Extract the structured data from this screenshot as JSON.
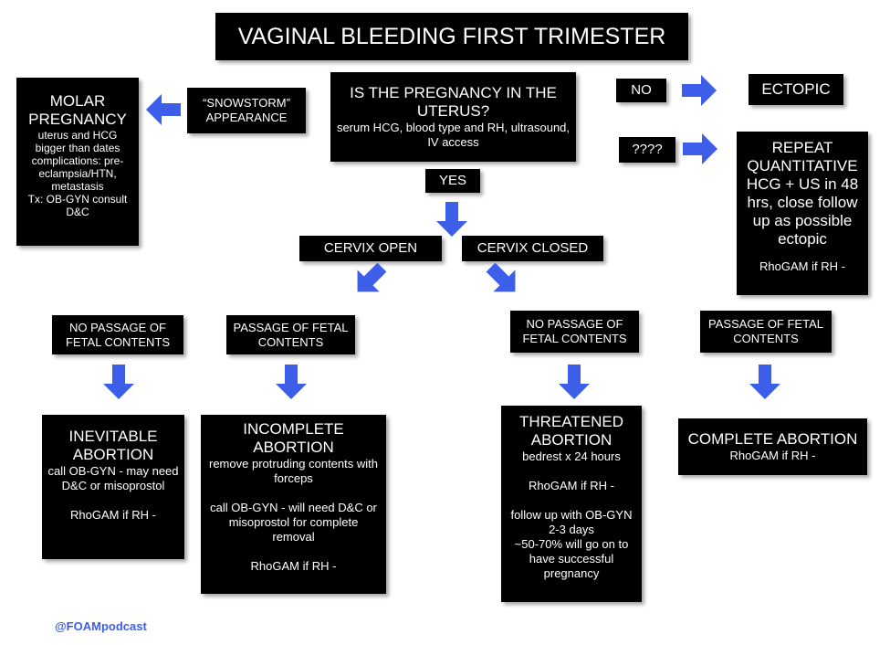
{
  "colors": {
    "box_bg": "#000000",
    "box_text": "#ffffff",
    "arrow": "#3d5ee8",
    "handle": "#3d5ee8"
  },
  "title": "VAGINAL BLEEDING FIRST TRIMESTER",
  "question": {
    "heading": "IS THE PREGNANCY IN THE UTERUS?",
    "detail": "serum HCG, blood type and RH, ultrasound, IV access"
  },
  "answers": {
    "yes": "YES",
    "no": "NO",
    "unknown": "????"
  },
  "snowstorm": "“SNOWSTORM” APPEARANCE",
  "molar": {
    "heading": "MOLAR PREGNANCY",
    "detail": "uterus and HCG bigger than dates\ncomplications: pre-eclampsia/HTN, metastasis\nTx: OB-GYN consult D&C"
  },
  "ectopic": "ECTOPIC",
  "repeat": {
    "heading": "REPEAT QUANTITATIVE HCG + US in 48 hrs, close follow up as possible ectopic",
    "detail": "RhoGAM if RH -"
  },
  "cervix": {
    "open": "CERVIX OPEN",
    "closed": "CERVIX CLOSED"
  },
  "passage": {
    "none": "NO PASSAGE OF FETAL CONTENTS",
    "yes": "PASSAGE OF FETAL CONTENTS"
  },
  "inevitable": {
    "heading": "INEVITABLE ABORTION",
    "detail": "call OB-GYN - may need D&C or misoprostol\n\nRhoGAM if RH -"
  },
  "incomplete": {
    "heading": "INCOMPLETE ABORTION",
    "detail": "remove protruding contents with forceps\n\ncall OB-GYN - will need D&C or misoprostol for complete removal\n\nRhoGAM if RH -"
  },
  "threatened": {
    "heading": "THREATENED ABORTION",
    "detail": "bedrest x 24 hours\n\nRhoGAM if RH -\n\nfollow up with OB-GYN 2-3 days\n~50-70% will go on to have successful pregnancy"
  },
  "complete": {
    "heading": "COMPLETE ABORTION",
    "detail": "RhoGAM if RH -"
  },
  "handle": "@FOAMpodcast"
}
